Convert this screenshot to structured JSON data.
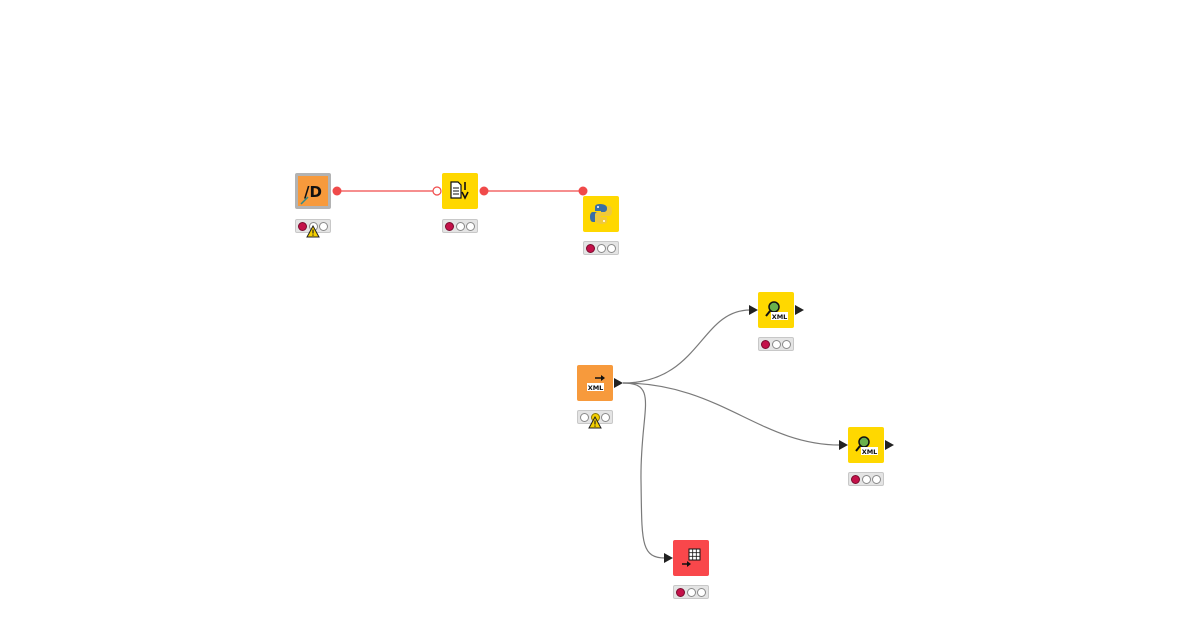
{
  "workflow": {
    "nodes": [
      {
        "id": "db-connector",
        "kind": "DB connector",
        "color": "#f79a3c",
        "selected": true,
        "glyph": "db-connector-icon",
        "glyph_text": "/D",
        "status": [
          "red",
          "off",
          "off"
        ],
        "warning": true
      },
      {
        "id": "csv-reader",
        "kind": "CSV reader",
        "color": "#ffd800",
        "selected": false,
        "glyph": "csv-reader-icon",
        "glyph_text": "",
        "status": [
          "red",
          "off",
          "off"
        ],
        "warning": false
      },
      {
        "id": "python-script",
        "kind": "Python script",
        "color": "#ffd800",
        "selected": false,
        "glyph": "python-icon",
        "glyph_text": "",
        "status": [
          "red",
          "off",
          "off"
        ],
        "warning": false
      },
      {
        "id": "xml-reader",
        "kind": "XML reader",
        "color": "#f79a3c",
        "selected": false,
        "glyph": "xml-reader-icon",
        "glyph_text": "XML",
        "status": [
          "off",
          "yellow",
          "off"
        ],
        "warning": true
      },
      {
        "id": "xpath-1",
        "kind": "XPath",
        "color": "#ffd800",
        "selected": false,
        "glyph": "xpath-icon",
        "glyph_text": "XML",
        "status": [
          "red",
          "off",
          "off"
        ],
        "warning": false
      },
      {
        "id": "xpath-2",
        "kind": "XPath",
        "color": "#ffd800",
        "selected": false,
        "glyph": "xpath-icon",
        "glyph_text": "XML",
        "status": [
          "red",
          "off",
          "off"
        ],
        "warning": false
      },
      {
        "id": "table-writer",
        "kind": "Table writer",
        "color": "#f9474b",
        "selected": false,
        "glyph": "table-writer-icon",
        "glyph_text": "",
        "status": [
          "red",
          "off",
          "off"
        ],
        "warning": false
      }
    ],
    "connections": [
      {
        "from": "db-connector",
        "to": "csv-reader",
        "style": "flow-variable",
        "color": "#f04a4a"
      },
      {
        "from": "csv-reader",
        "to": "python-script",
        "style": "flow-variable",
        "color": "#f04a4a"
      },
      {
        "from": "xml-reader",
        "to": "xpath-1",
        "style": "data",
        "color": "#7a7a7a"
      },
      {
        "from": "xml-reader",
        "to": "xpath-2",
        "style": "data",
        "color": "#7a7a7a"
      },
      {
        "from": "xml-reader",
        "to": "table-writer",
        "style": "data",
        "color": "#7a7a7a"
      }
    ]
  }
}
